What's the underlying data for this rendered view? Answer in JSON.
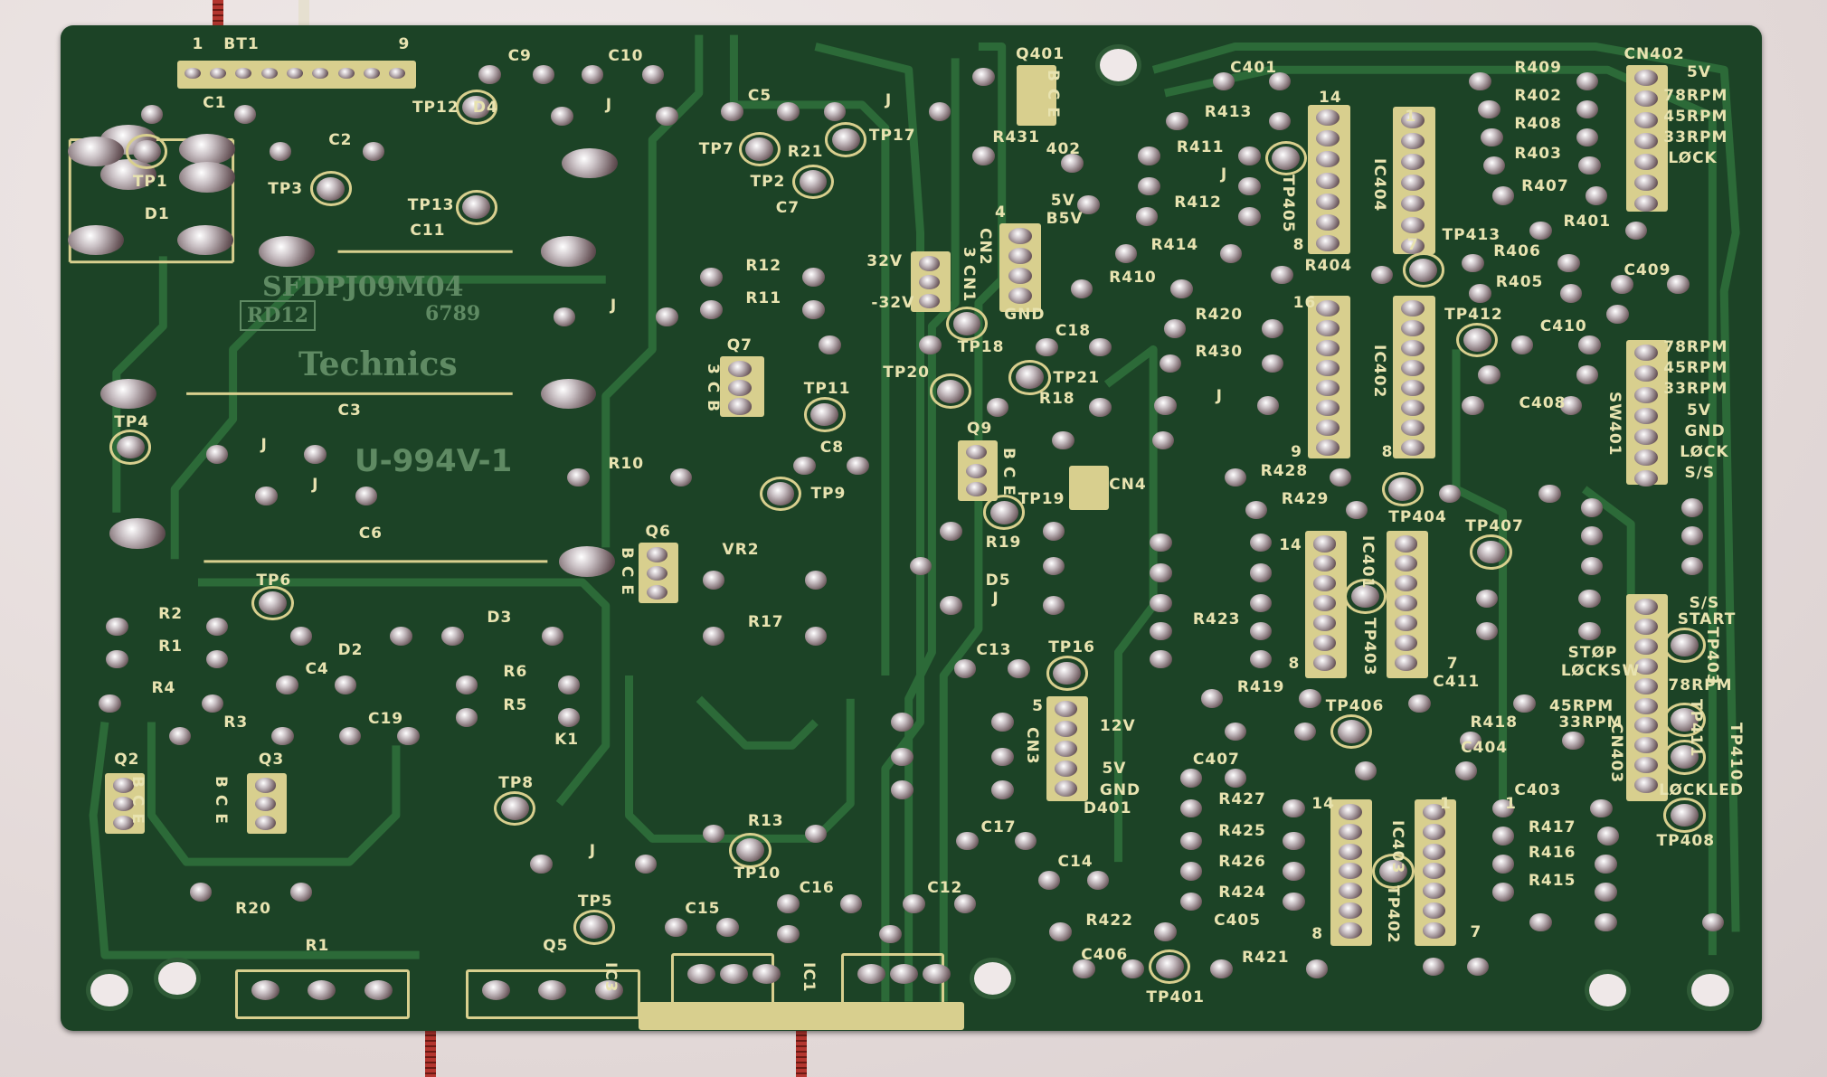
{
  "board": {
    "part_number": "SFDPJ09M04",
    "lot_left": "RD12",
    "lot_right": "6789",
    "brand": "Technics",
    "ul_mark": "U-994V-1"
  },
  "colors": {
    "board": "#1c4326",
    "trace": "#2c6a38",
    "silkscreen": "#e8e3b0",
    "background": "#e4dad9"
  },
  "silkscreen": [
    "1",
    "BT1",
    "9",
    "C9",
    "C10",
    "C1",
    "TP12",
    "D4",
    "J",
    "C5",
    "J",
    "Q401",
    "B C E",
    "C401",
    "R409",
    "CN402",
    "5V",
    "78RPM",
    "45RPM",
    "33RPM",
    "LØCK",
    "R402",
    "R408",
    "R403",
    "R407",
    "R401",
    "R413",
    "R431",
    "402",
    "R411",
    "J",
    "R412",
    "TP405",
    "IC404",
    "14",
    "1",
    "8",
    "7",
    "C2",
    "TP1",
    "TP3",
    "D1",
    "TP7",
    "R21",
    "TP17",
    "TP2",
    "TP13",
    "C11",
    "C7",
    "5V",
    "B5V",
    "32V",
    "3 CN1",
    "CN2",
    "4",
    "-32V",
    "GND",
    "R414",
    "R410",
    "R404",
    "TP413",
    "R406",
    "R405",
    "C409",
    "TP412",
    "C410",
    "R12",
    "R11",
    "J",
    "TP18",
    "C18",
    "TP20",
    "TP21",
    "R18",
    "R420",
    "R430",
    "J",
    "16",
    "IC402",
    "9",
    "8",
    "C3",
    "Q7",
    "3 C B",
    "TP11",
    "78RPM",
    "45RPM",
    "33RPM",
    "5V",
    "GND",
    "LØCK",
    "S/S",
    "C408",
    "SW401",
    "TP4",
    "J",
    "J",
    "C6",
    "Q9",
    "B C E",
    "CN4",
    "TP19",
    "R10",
    "C8",
    "TP9",
    "VR2",
    "R428",
    "R429",
    "TP404",
    "TP407",
    "Q6",
    "B C E",
    "R19",
    "D5",
    "J",
    "IC401",
    "TP403",
    "14",
    "R423",
    "8",
    "7",
    "TP6",
    "R2",
    "R1",
    "D3",
    "D2",
    "R17",
    "C4",
    "R4",
    "R6",
    "R5",
    "R3",
    "C19",
    "K1",
    "TP8",
    "C13",
    "TP16",
    "5",
    "CN3",
    "12V",
    "5V",
    "GND",
    "R419",
    "TP406",
    "C411",
    "R418",
    "C404",
    "S/S",
    "START",
    "STØP",
    "LØCKSW",
    "78RPM",
    "45RPM",
    "33RPM",
    "CN403",
    "TP403",
    "TP411",
    "TP410",
    "LØCKLED",
    "Q2",
    "B C E",
    "Q3",
    "B C E",
    "D401",
    "C407",
    "R427",
    "R425",
    "R426",
    "R424",
    "C405",
    "14",
    "IC403",
    "TP402",
    "1",
    "8",
    "7",
    "C403",
    "R417",
    "R416",
    "R415",
    "1",
    "TP408",
    "R13",
    "TP10",
    "J",
    "C17",
    "C14",
    "R20",
    "TP5",
    "C15",
    "C16",
    "C12",
    "R422",
    "C406",
    "R421",
    "TP401",
    "R1",
    "Q5",
    "IC3",
    "IC1"
  ]
}
